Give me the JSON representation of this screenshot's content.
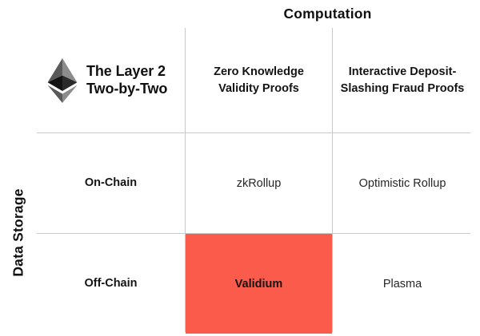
{
  "diagram": {
    "brand": {
      "logo_icon": "ethereum-logo-icon",
      "title_line1": "The Layer 2",
      "title_line2": "Two-by-Two"
    },
    "column_axis": {
      "title": "Computation",
      "headers": [
        "Zero Knowledge\nValidity Proofs",
        "Interactive Deposit-\nSlashing Fraud Proofs"
      ]
    },
    "row_axis": {
      "title": "Data Storage",
      "headers": [
        "On-Chain",
        "Off-Chain"
      ]
    },
    "cells": [
      {
        "row": "On-Chain",
        "column": "Zero Knowledge Validity Proofs",
        "label": "zkRollup",
        "highlighted": false
      },
      {
        "row": "On-Chain",
        "column": "Interactive Deposit-Slashing Fraud Proofs",
        "label": "Optimistic Rollup",
        "highlighted": false
      },
      {
        "row": "Off-Chain",
        "column": "Zero Knowledge Validity Proofs",
        "label": "Validium",
        "highlighted": true
      },
      {
        "row": "Off-Chain",
        "column": "Interactive Deposit-Slashing Fraud Proofs",
        "label": "Plasma",
        "highlighted": false
      }
    ],
    "colors": {
      "highlight": "#fb5b4b",
      "header_fill": "#e6e6e6",
      "cell_fill": "#ffffff",
      "grid_line": "#c9c9c9",
      "text": "#1a1a1a"
    }
  }
}
